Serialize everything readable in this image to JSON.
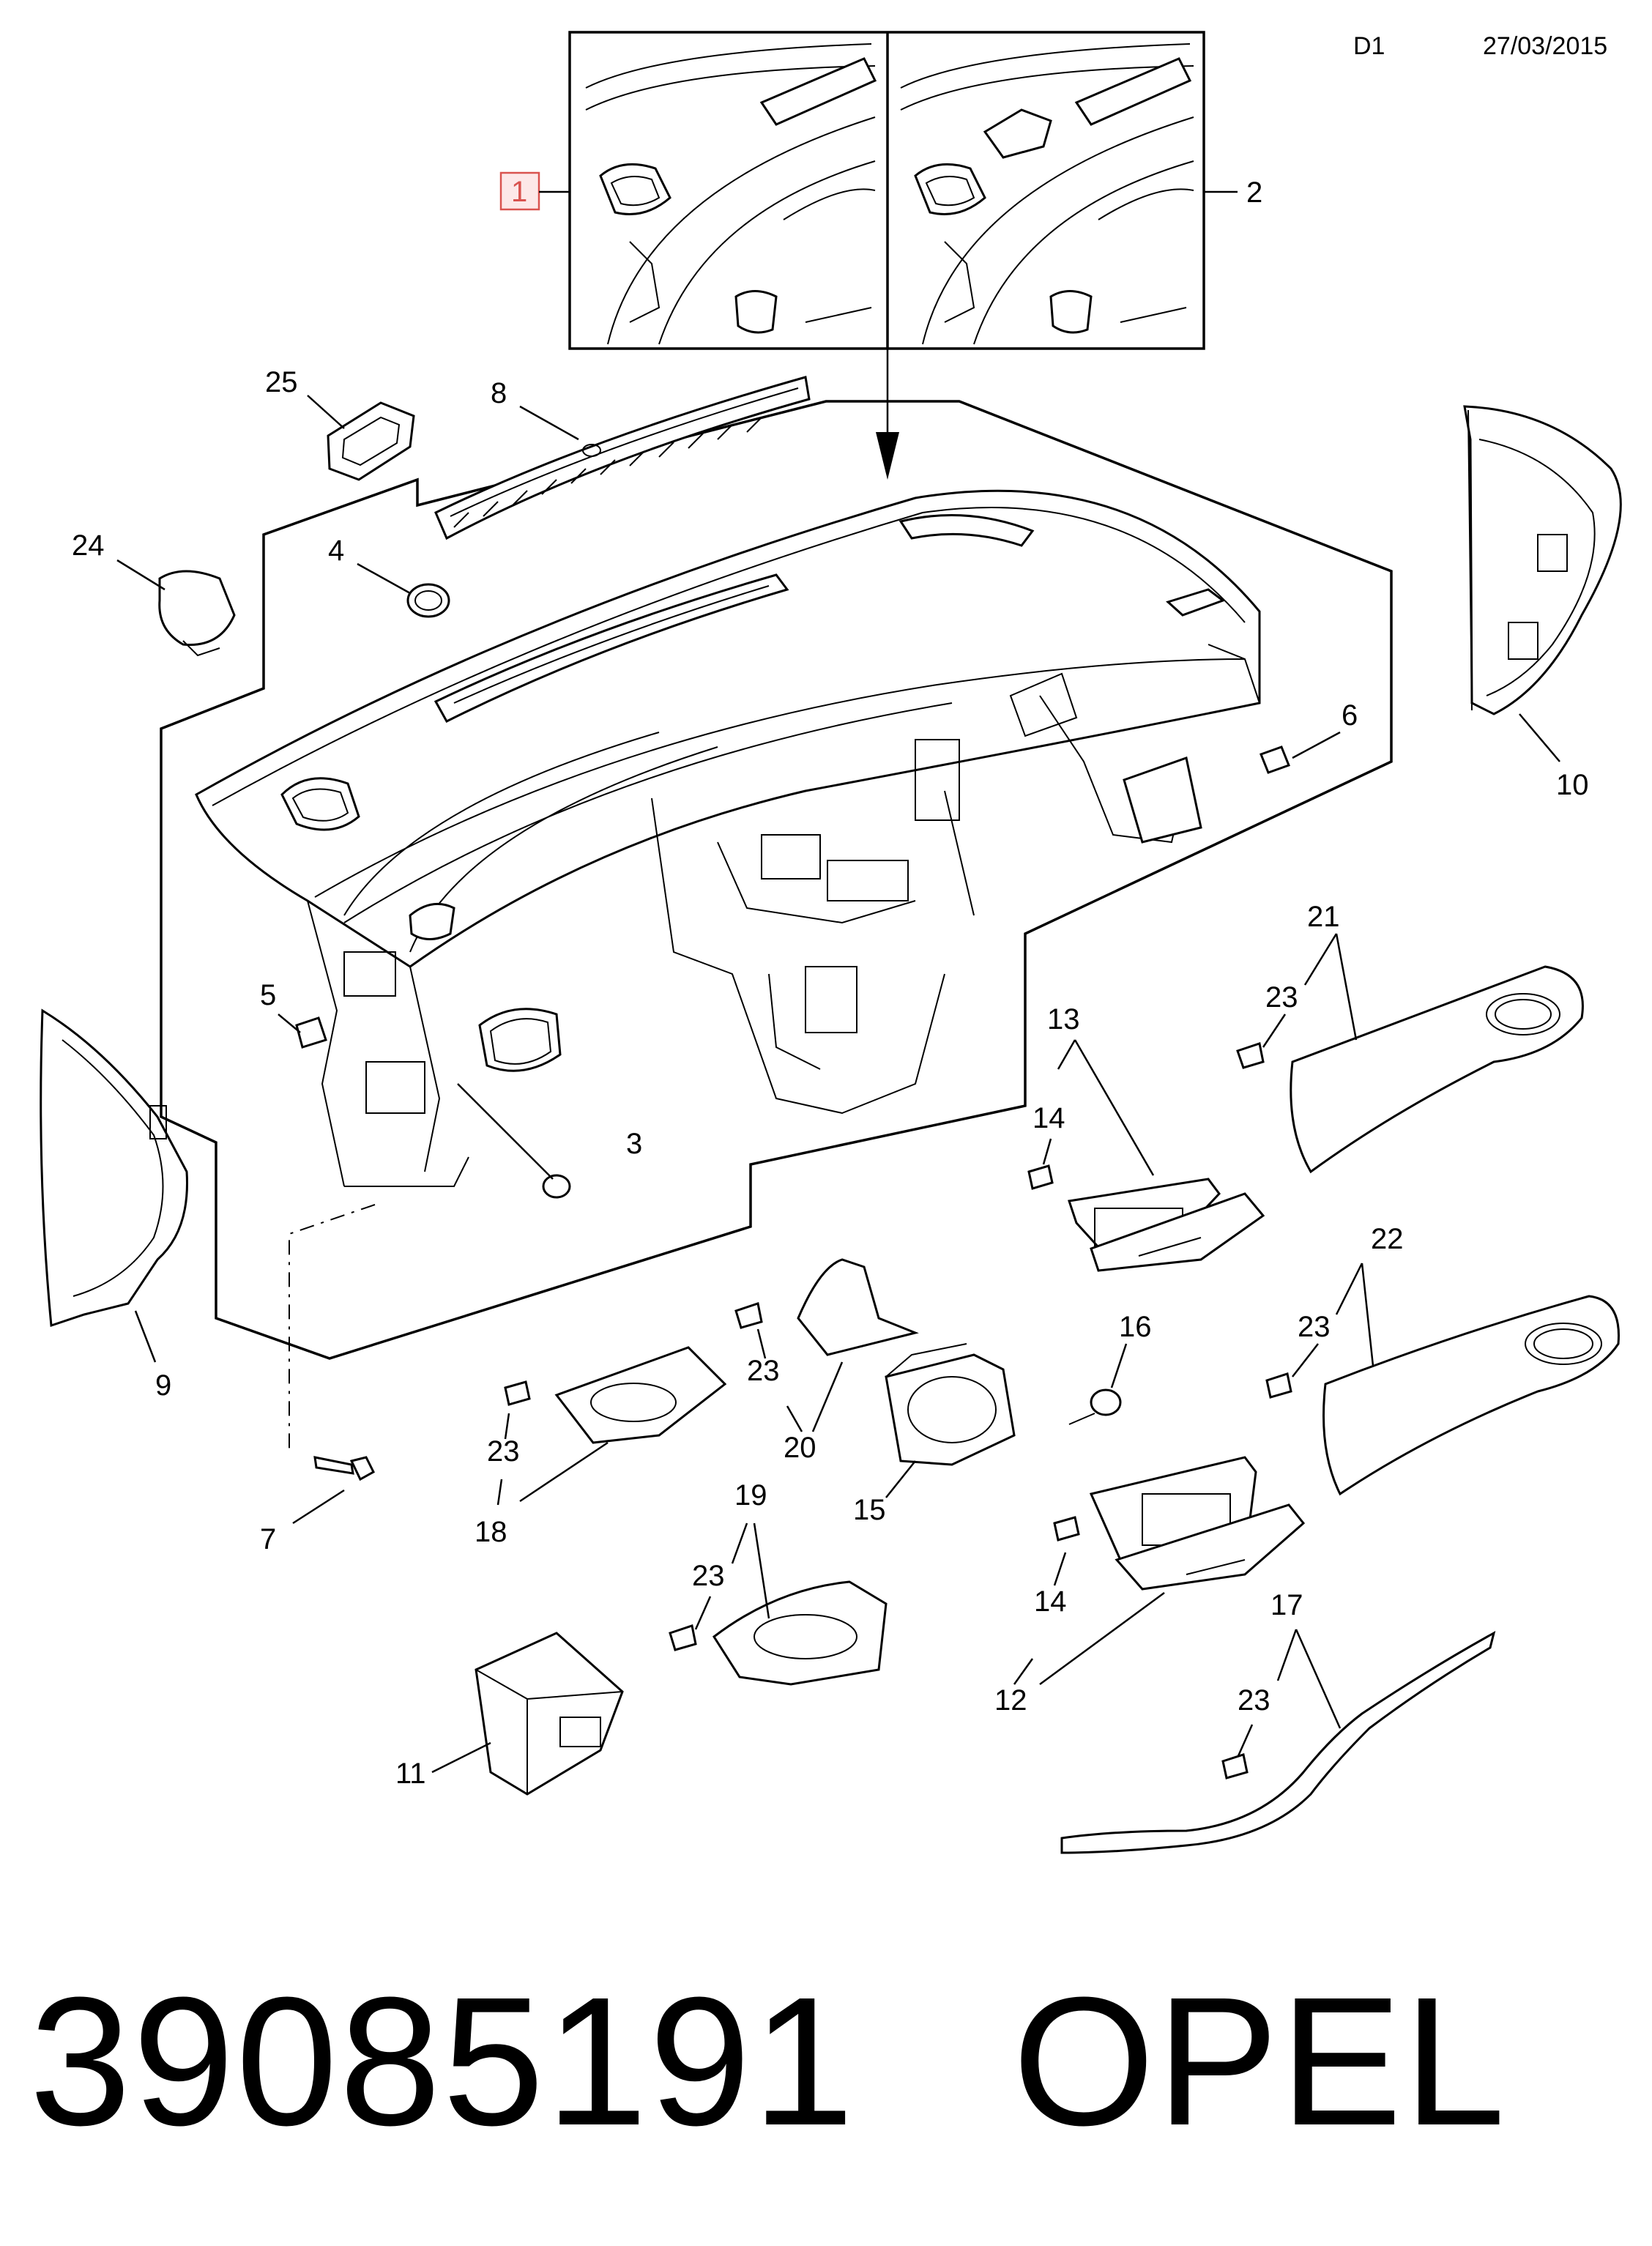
{
  "header": {
    "page_code": "D1",
    "date": "27/03/2015"
  },
  "footer": {
    "part_number": "39085191",
    "brand": "OPEL"
  },
  "callouts": {
    "c1": "1",
    "c2": "2",
    "c3": "3",
    "c4": "4",
    "c5": "5",
    "c6": "6",
    "c7": "7",
    "c8": "8",
    "c9": "9",
    "c10": "10",
    "c11": "11",
    "c12": "12",
    "c13": "13",
    "c14a": "14",
    "c14b": "14",
    "c15": "15",
    "c16": "16",
    "c17": "17",
    "c18": "18",
    "c19": "19",
    "c20": "20",
    "c21": "21",
    "c22": "22",
    "c23a": "23",
    "c23b": "23",
    "c23c": "23",
    "c23d": "23",
    "c23e": "23",
    "c23f": "23",
    "c24": "24",
    "c25": "25"
  },
  "highlighted_callout": "1"
}
